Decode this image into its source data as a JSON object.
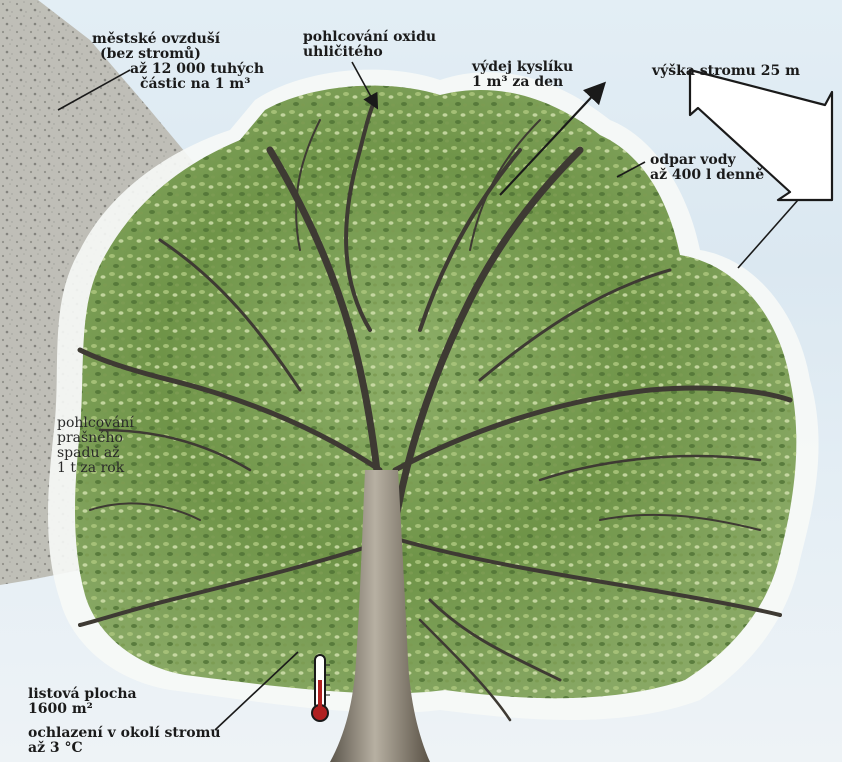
{
  "labels": {
    "city_air": {
      "line1": "městské ovzduší",
      "line2": "(bez stromů)",
      "line3": "až 12 000 tuhých",
      "line4": "částic na 1 m³"
    },
    "co2": {
      "line1": "pohlcování oxidu",
      "line2": "uhličitého"
    },
    "oxygen": {
      "line1": "výdej kyslíku",
      "line2": "1 m³ za den"
    },
    "height": {
      "line1": "výška stromu 25 m"
    },
    "evaporation": {
      "line1": "odpar vody",
      "line2": "až 400 l denně"
    },
    "dust": {
      "line1": "pohlcování",
      "line2": "prašného",
      "line3": "spadu až",
      "line4": "1 t za rok"
    },
    "leaf_area": {
      "line1": "listová plocha",
      "line2": "1600 m²"
    },
    "cooling": {
      "line1": "ochlazení v okolí stromu",
      "line2": "až 3 °C"
    }
  },
  "icons": {
    "thermometer": "thermometer-icon"
  },
  "colors": {
    "sky": "#dbe8f1",
    "dust_haze": "#b8b8b0",
    "foliage_dark": "#5d7e3e",
    "foliage_light": "#a7c277",
    "trunk": "#8d8578",
    "text": "#1a1a1a"
  }
}
